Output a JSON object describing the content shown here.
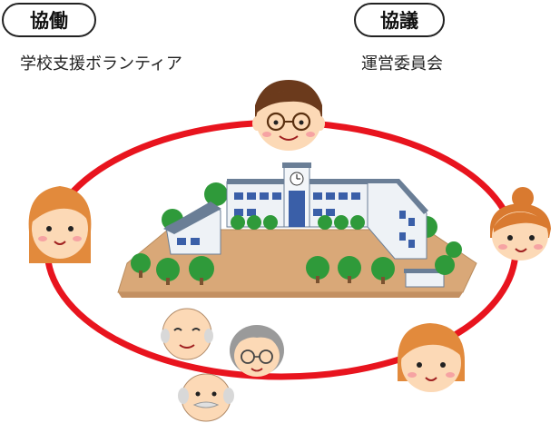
{
  "left_section": {
    "badge": "協働",
    "caption": "学校支援ボランティア"
  },
  "right_section": {
    "badge": "協議",
    "caption": "運営委員会"
  },
  "colors": {
    "ring": "#e8141e",
    "ground": "#d9a878",
    "building": "#eef2f6",
    "roof": "#6a7e96",
    "tree": "#2f9a3a"
  },
  "figures": [
    "man-with-glasses-icon",
    "woman-long-hair-icon",
    "woman-bun-icon",
    "woman-short-hair-icon",
    "elderly-people-icon"
  ]
}
